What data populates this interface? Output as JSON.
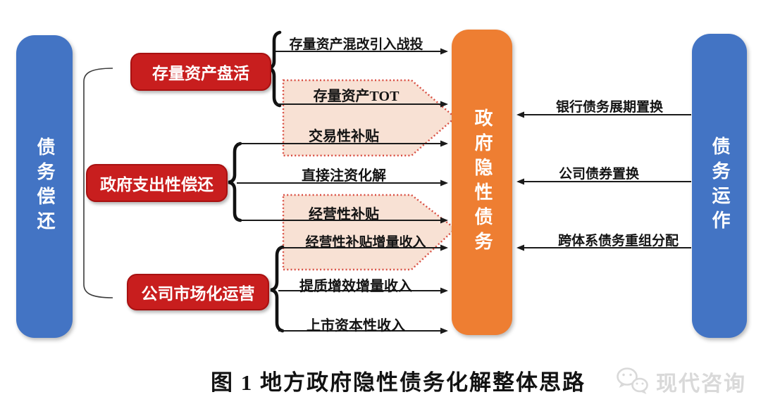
{
  "figure": {
    "caption": "图 1 地方政府隐性债务化解整体思路"
  },
  "nodes": {
    "debt_repayment": "债务偿还",
    "hidden_debt": "政府隐性债务",
    "debt_operation": "债务运作",
    "stock_assets": "存量资产盘活",
    "gov_expenditure": "政府支出性偿还",
    "market_operation": "公司市场化运营"
  },
  "flows": {
    "left": [
      "存量资产混改引入战投",
      "存量资产TOT",
      "交易性补贴",
      "直接注资化解",
      "经营性补贴",
      "经营性补贴增量收入",
      "提质增效增量收入",
      "上市资本性收入"
    ],
    "right": [
      "银行债务展期置换",
      "公司债券置换",
      "跨体系债务重组分配"
    ]
  },
  "watermark": {
    "brand": "现代咨询",
    "icon": "wechat-icon"
  },
  "colors": {
    "blue_node": "#4374C4",
    "orange_node": "#EE7E32",
    "red_node": "#C81E1E",
    "pentagon_fill": "#F8E1D4",
    "pentagon_border": "#D94F43",
    "arrow": "#1b1b1b",
    "watermark_gray": "#d9d9d9"
  }
}
